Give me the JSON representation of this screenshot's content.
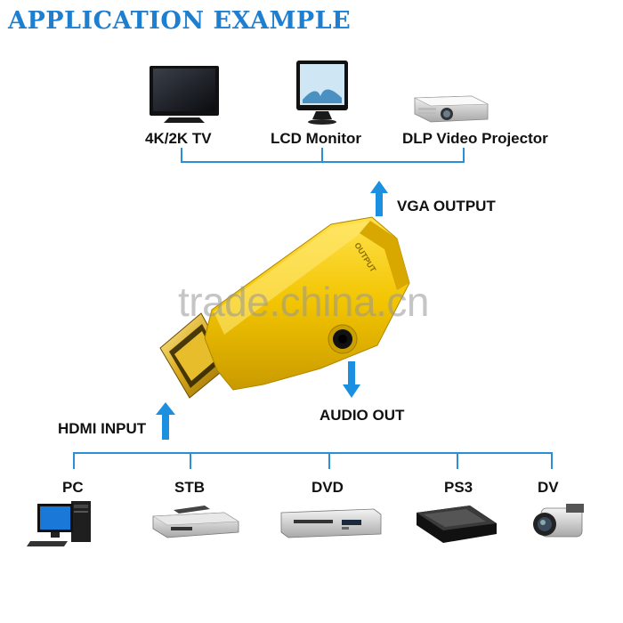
{
  "title": "APPLICATION EXAMPLE",
  "outputs": [
    "4K/2K TV",
    "LCD Monitor",
    "DLP Video Projector"
  ],
  "vga_output_label": "VGA OUTPUT",
  "audio_out_label": "AUDIO OUT",
  "hdmi_input_label": "HDMI INPUT",
  "inputs": [
    "PC",
    "STB",
    "DVD",
    "PS3",
    "DV"
  ],
  "adapter_text": "OUTPUT",
  "watermark": "trade.china.cn",
  "colors": {
    "title": "#1e7fd0",
    "connector_line": "#2a8fd4",
    "arrow": "#1b8fe0",
    "adapter_body": "#f2c400",
    "hdmi_plug": "#d4a017"
  }
}
